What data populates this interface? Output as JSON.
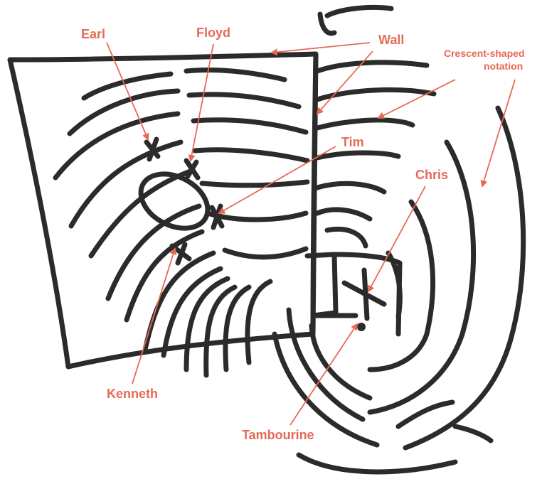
{
  "labels": {
    "earl": "Earl",
    "floyd": "Floyd",
    "wall": "Wall",
    "crescent_line1": "Crescent-shaped",
    "crescent_line2": "notation",
    "tim": "Tim",
    "chris": "Chris",
    "kenneth": "Kenneth",
    "tambourine": "Tambourine"
  },
  "colors": {
    "ink": "#2b2b2b",
    "annotation": "#e56a55",
    "background": "#ffffff"
  }
}
